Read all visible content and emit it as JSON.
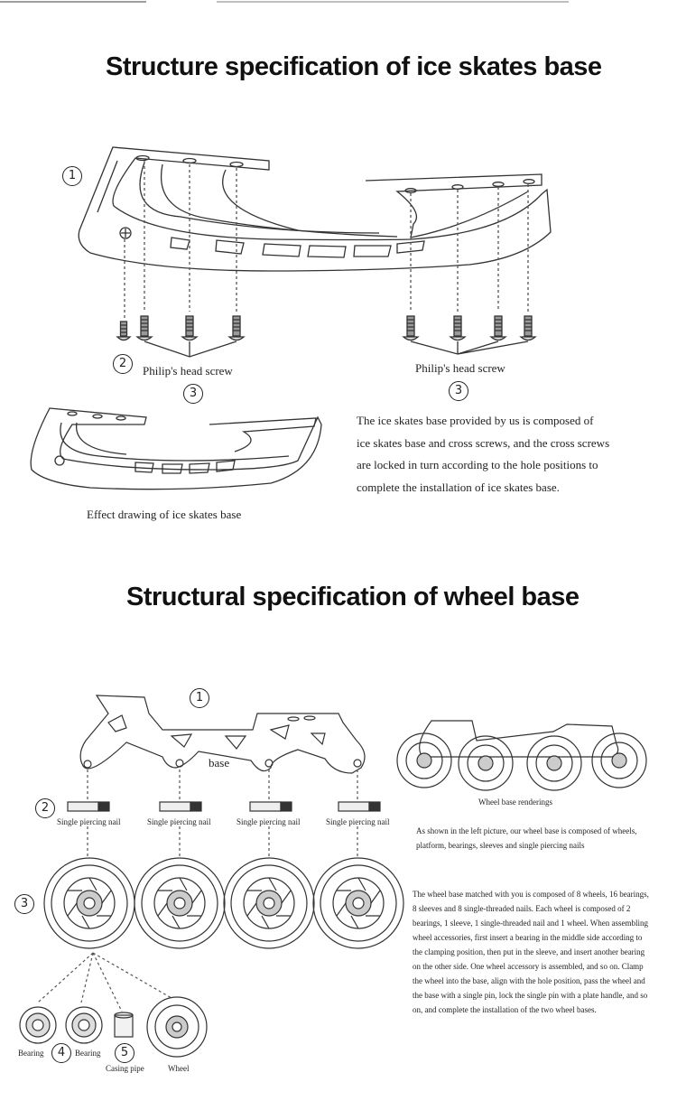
{
  "sections": {
    "ice": {
      "title": "Structure specification of ice skates base",
      "screw_label_left": "Philip's head screw",
      "screw_label_right": "Philip's head screw",
      "effect_caption": "Effect drawing of ice skates base",
      "description_lines": [
        "The ice skates base provided by us is composed of",
        "ice skates base and cross screws, and the cross screws",
        "are locked in turn according to the hole positions to",
        "complete the installation of ice skates base."
      ],
      "markers": {
        "m1": "1",
        "m2": "2",
        "m3a": "3",
        "m3b": "3"
      }
    },
    "wheel": {
      "title": "Structural specification of wheel base",
      "base_label": "base",
      "nail_labels": [
        "Single piercing nail",
        "Single piercing nail",
        "Single piercing nail",
        "Single piercing nail"
      ],
      "renderings_caption": "Wheel base renderings",
      "left_picture_lines": [
        "As shown in the left picture, our wheel base is composed of wheels,",
        "platform, bearings, sleeves and single piercing nails"
      ],
      "description_lines": [
        "The wheel base matched with you is composed of 8 wheels, 16 bearings,",
        "8 sleeves and 8 single-threaded nails. Each wheel is composed of 2",
        "bearings, 1 sleeve, 1 single-threaded nail and 1 wheel. When assembling",
        "wheel accessories, first insert a bearing in the middle side according to",
        "the clamping position, then put in the sleeve, and insert another bearing",
        "on the other side. One wheel accessory is assembled, and so on. Clamp",
        "the wheel into the base, align with the hole position, pass the wheel and",
        "the base with a single pin, lock the single pin with a plate handle, and so",
        "on, and complete the installation of the two wheel bases."
      ],
      "parts": {
        "bearing_a": "Bearing",
        "bearing_b": "Bearing",
        "casing_pipe": "Casing pipe",
        "wheel": "Wheel"
      },
      "markers": {
        "m1": "1",
        "m2": "2",
        "m3": "3",
        "m4": "4",
        "m5": "5"
      }
    }
  }
}
